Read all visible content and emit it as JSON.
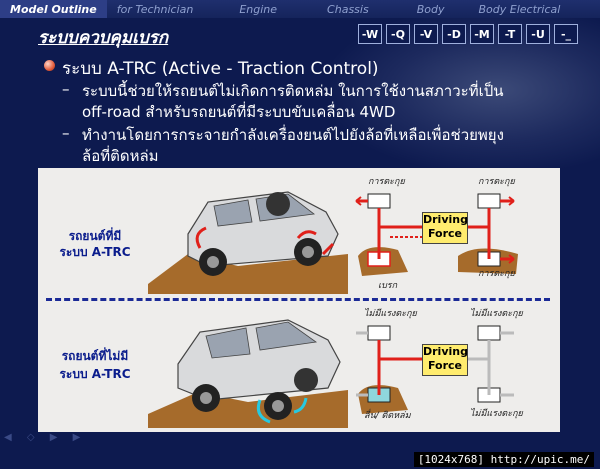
{
  "menu": {
    "items": [
      {
        "label": "Model Outline"
      },
      {
        "label": "for Technician"
      },
      {
        "label": "Engine"
      },
      {
        "label": "Chassis"
      },
      {
        "label": "Body"
      },
      {
        "label": "Body Electrical"
      }
    ]
  },
  "title": "ระบบควบคุมเบรก",
  "nav_buttons": [
    "-W",
    "-Q",
    "-V",
    "-D",
    "-M",
    "-T",
    "-U",
    "-_"
  ],
  "bullet": {
    "heading": "ระบบ A-TRC (Active - Traction Control)",
    "points": [
      {
        "line1": "ระบบนี้ช่วยให้รถยนต์ไม่เกิดการติดหล่ม ในการใช้งานสภาวะที่เป็น",
        "line2": "off-road สำหรับรถยนต์ที่มีระบบขับเคลื่อน 4WD"
      },
      {
        "line1": "ทำงานโดยการกระจายกำลังเครื่องยนต์ไปยังล้อที่เหลือเพื่อช่วยพยุง",
        "line2": "ล้อที่ติดหล่ม"
      }
    ]
  },
  "diagram": {
    "top": {
      "label_line1": "รถยนต์ที่มี",
      "label_line2": "ระบบ A-TRC",
      "tl": "การตะกุย",
      "tr": "การตะกุย",
      "bl": "เบรก",
      "br": "การตะกุย",
      "force_line1": "Driving",
      "force_line2": "Force"
    },
    "bottom": {
      "label_line1": "รถยนต์ที่ไม่มี",
      "label_line2": "ระบบ A-TRC",
      "tl": "ไม่มีแรงตะกุย",
      "tr": "ไม่มีแรงตะกุย",
      "bl": "ลื่น/ ติดหล่ม",
      "br": "ไม่มีแรงตะกุย",
      "force_line1": "Driving",
      "force_line2": "Force"
    }
  },
  "credit": "[1024x768] http://upic.me/",
  "colors": {
    "background": "#0d1a4f",
    "label": "#0a1c8c",
    "force_box": "#ffec6e",
    "arrow_red": "#e0201a",
    "mud": "#a66b2b"
  }
}
